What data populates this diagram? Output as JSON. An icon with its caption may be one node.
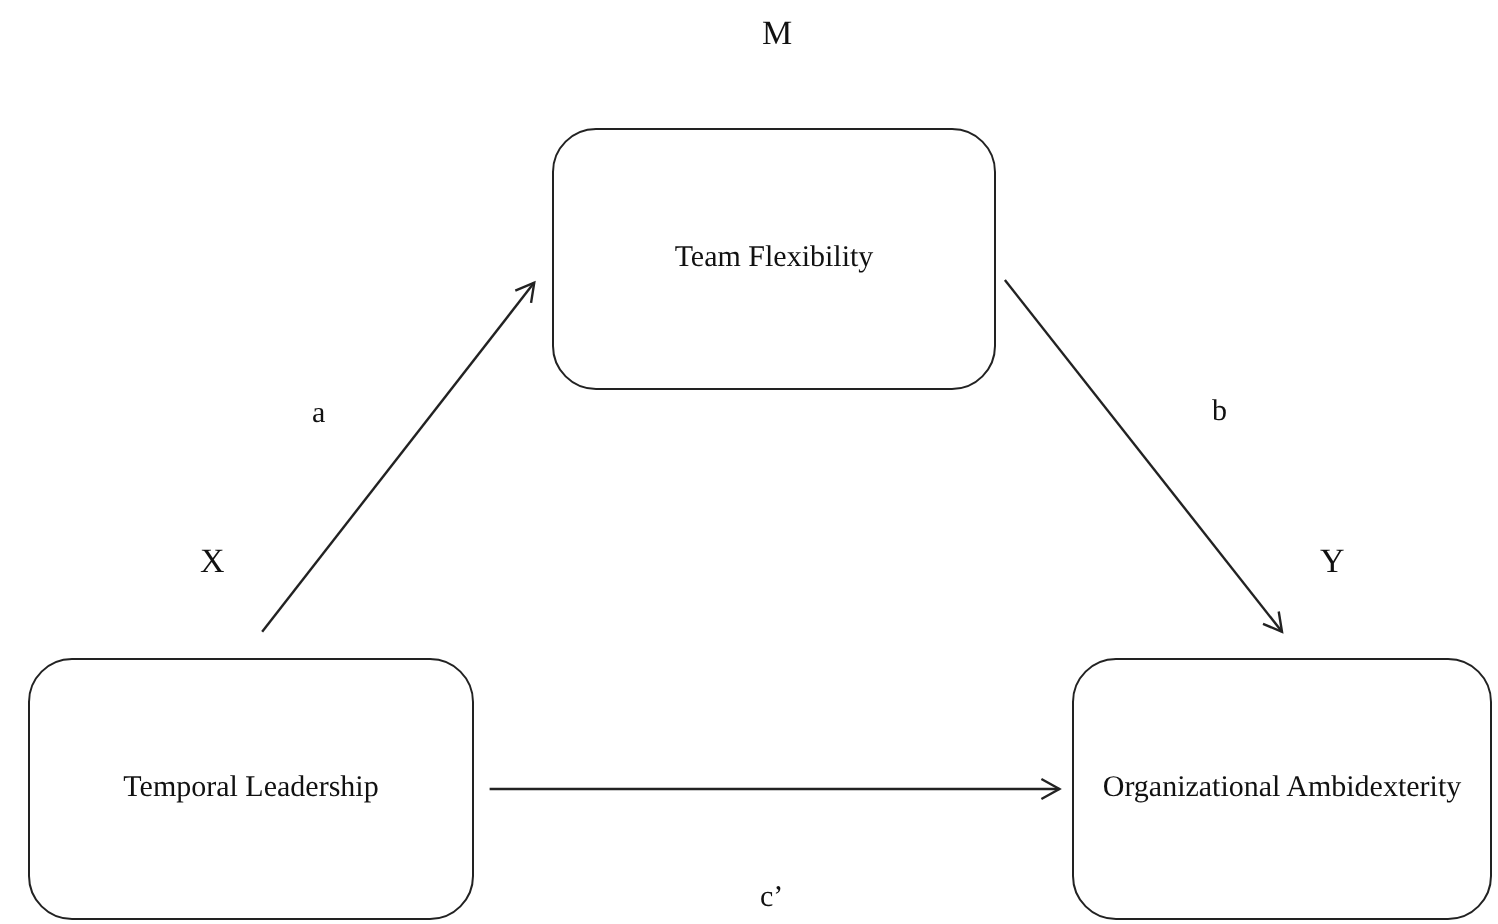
{
  "diagram": {
    "nodes": [
      {
        "text": [
          "Team Flexibility"
        ],
        "beside": [
          "M"
        ]
      },
      {
        "text": [
          "Temporal Leadership"
        ],
        "beside": [
          "X"
        ]
      },
      {
        "text": [
          "Organizational Ambidexterity"
        ],
        "beside": [
          "Y"
        ]
      }
    ],
    "edges": [
      {
        "from": 1,
        "to": 0,
        "arrow": "to",
        "label": "a"
      },
      {
        "from": 0,
        "to": 2,
        "arrow": "to",
        "label": "b"
      },
      {
        "from": 1,
        "to": 2,
        "arrow": "to",
        "label": "c’"
      }
    ]
  }
}
